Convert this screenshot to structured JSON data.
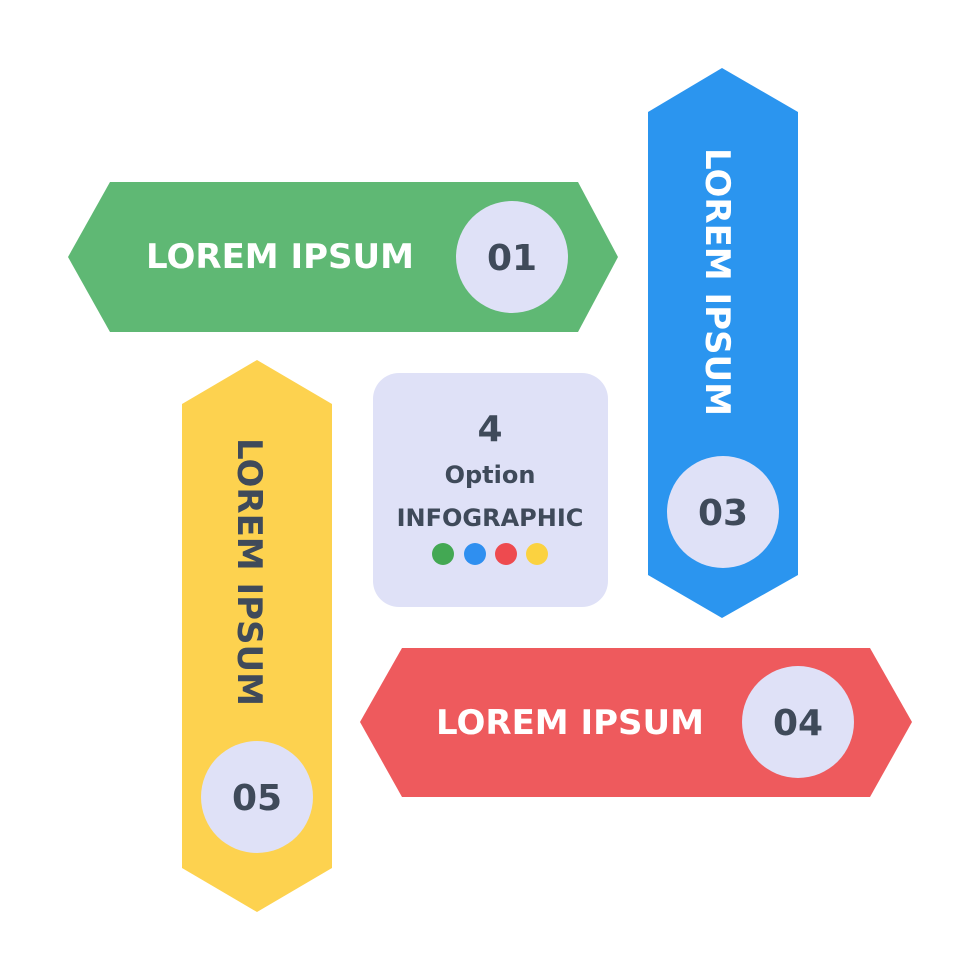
{
  "center": {
    "number": "4",
    "line1": "Option",
    "line2": "INFOGRAPHIC",
    "card_color": "#dfe1f7",
    "text_color": "#3f4a5a",
    "dot_colors": [
      "#43a853",
      "#2f8ff0",
      "#ee4a4f",
      "#fbd240"
    ]
  },
  "banners": [
    {
      "id": "01",
      "label": "LOREM IPSUM",
      "number": "01",
      "color": "#5fb874",
      "text_color": "#ffffff",
      "orientation": "horizontal"
    },
    {
      "id": "03",
      "label": "LOREM IPSUM",
      "number": "03",
      "color": "#2b95ef",
      "text_color": "#ffffff",
      "orientation": "vertical"
    },
    {
      "id": "04",
      "label": "LOREM IPSUM",
      "number": "04",
      "color": "#ee5a5d",
      "text_color": "#ffffff",
      "orientation": "horizontal"
    },
    {
      "id": "05",
      "label": "LOREM IPSUM",
      "number": "05",
      "color": "#fdd24f",
      "text_color": "#3f4a5a",
      "orientation": "vertical"
    }
  ],
  "badge": {
    "fill": "#dfe1f7",
    "text_color": "#3f4a5a"
  }
}
